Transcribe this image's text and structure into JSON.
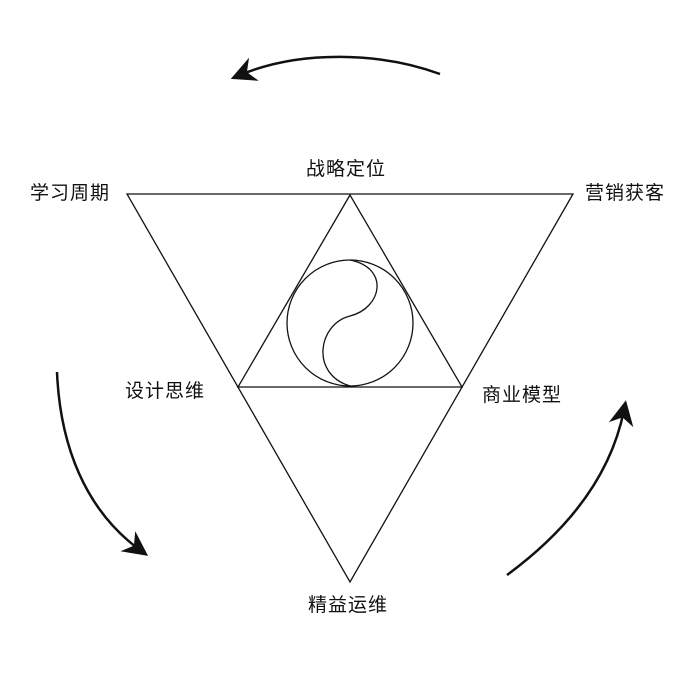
{
  "diagram": {
    "nodes": {
      "top": "战略定位",
      "top_left": "学习周期",
      "top_right": "营销获客",
      "middle_left": "设计思维",
      "middle_right": "商业模型",
      "bottom": "精益运维"
    },
    "center_symbol": "yin-yang-icon",
    "colors": {
      "stroke": "#111111",
      "background": "#ffffff"
    }
  }
}
